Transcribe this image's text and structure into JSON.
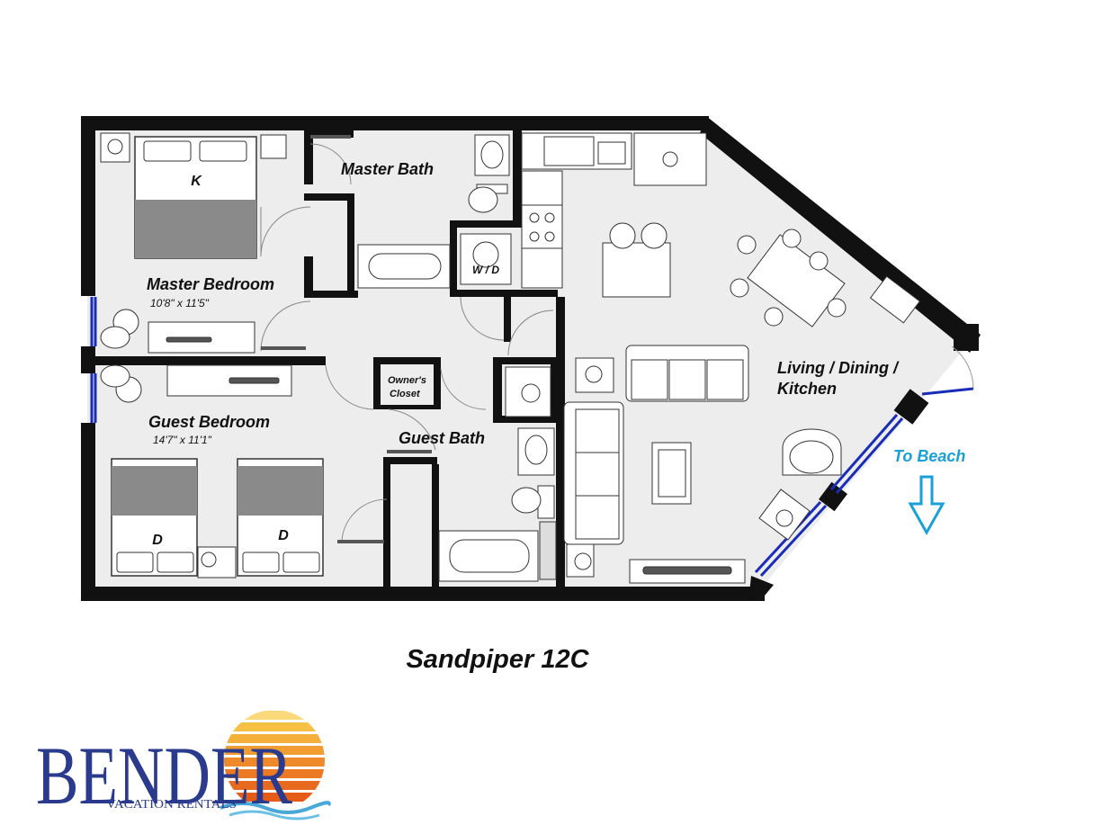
{
  "plan": {
    "title": "Sandpiper 12C",
    "rooms": {
      "master_bedroom": {
        "name": "Master Bedroom",
        "dims": "10'8\" x 11'5\""
      },
      "master_bath": {
        "name": "Master Bath"
      },
      "guest_bedroom": {
        "name": "Guest Bedroom",
        "dims": "14'7\" x 11'1\""
      },
      "guest_bath": {
        "name": "Guest Bath"
      },
      "owners_closet": {
        "line1": "Owner's",
        "line2": "Closet"
      },
      "living": {
        "line1": "Living / Dining /",
        "line2": "Kitchen"
      }
    },
    "bed_labels": {
      "king": "K",
      "double_left": "D",
      "double_right": "D"
    },
    "washer_dryer": "W / D",
    "to_beach": "To Beach"
  },
  "colors": {
    "wall": "#111111",
    "floor": "#ededed",
    "bed_dark": "#8a8a8a",
    "window": "#1a2db8",
    "beach": "#1aa0d8",
    "logo_text": "#2a3a8c",
    "sun_top": "#f6c044",
    "sun_bottom": "#ef8a2a",
    "wave": "#4aa8d8"
  },
  "logo": {
    "name": "BENDER",
    "tagline": "VACATION RENTALS"
  }
}
